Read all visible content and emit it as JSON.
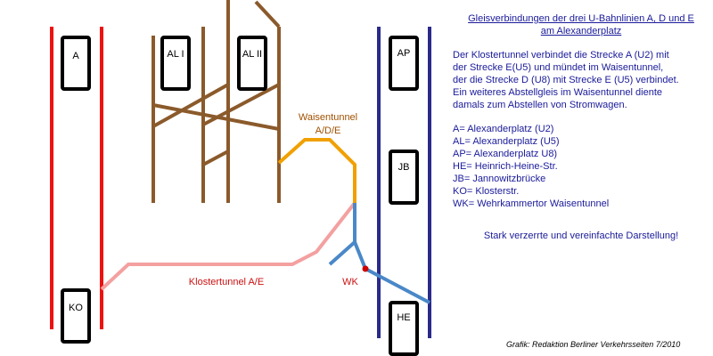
{
  "stations": {
    "A": "A",
    "KO": "KO",
    "AL_I": "AL I",
    "AL_II": "AL II",
    "AP": "AP",
    "JB": "JB",
    "HE": "HE"
  },
  "tunnels": {
    "waisentunnel_line1": "Waisentunnel",
    "waisentunnel_line2": "A/D/E",
    "klostertunnel": "Klostertunnel A/E",
    "wk": "WK"
  },
  "legend": {
    "title_line1": "Gleisverbindungen der drei U-Bahnlinien A, D und E",
    "title_line2": "am Alexanderplatz",
    "description": [
      "Der Klostertunnel verbindet die Strecke A  (U2) mit",
      "der Strecke E(U5) und mündet im Waisentunnel,",
      "der die Strecke D (U8) mit Strecke E (U5) verbindet.",
      "Ein weiteres Abstellgleis im Waisentunnel diente",
      "damals zum Abstellen von Stromwagen."
    ],
    "abbreviations": [
      "A= Alexanderplatz (U2)",
      "AL= Alexanderplatz (U5)",
      "AP= Alexanderplatz U8)",
      "HE= Heinrich-Heine-Str.",
      "JB= Jannowitzbrücke",
      "KO= Klosterstr.",
      "WK= Wehrkammertor Waisentunnel"
    ],
    "note": "Stark verzerrte und vereinfachte Darstellung!"
  },
  "credit": "Grafik: Redaktion Berliner Verkehrsseiten 7/2010",
  "colors": {
    "line_A": "#ee1111",
    "line_E": "#8b5a2b",
    "line_D": "#2a2a8a",
    "klostertunnel": "#f4a0a0",
    "waisentunnel": "#f0a000",
    "wk_track": "#4a88c8",
    "text_red": "#cc1111",
    "text_brown": "#a05000"
  }
}
